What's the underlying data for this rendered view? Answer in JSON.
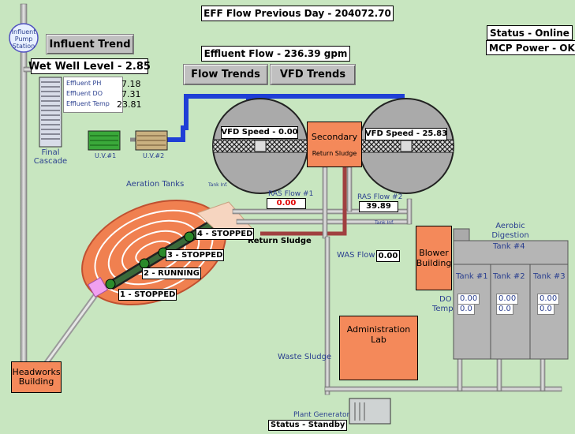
{
  "header": {
    "eff_flow_previous_day": "EFF Flow Previous Day - 204072.70",
    "status": "Status - Online",
    "mcp_power": "MCP Power - OK"
  },
  "influent": {
    "pump_station_label": "Influent Pump Station",
    "trend_button": "Influent Trend",
    "wet_well_level": "Wet Well Level - 2.85"
  },
  "effluent": {
    "flow": "Effluent Flow - 236.39 gpm",
    "flow_trends_button": "Flow Trends",
    "vfd_trends_button": "VFD Trends",
    "readings": [
      {
        "label": "Effluent PH",
        "value": "7.18"
      },
      {
        "label": "Effluent DO",
        "value": "7.31"
      },
      {
        "label": "Effluent Temp",
        "value": "23.81"
      }
    ],
    "final_cascade_label": "Final Cascade"
  },
  "uv": {
    "uv1_label": "U.V.#1",
    "uv2_label": "U.V.#2"
  },
  "clarifiers": {
    "vfd_speed_1": "VFD Speed - 0.00",
    "vfd_speed_2": "VFD Speed - 25.83",
    "secondary_label": "Secondary",
    "return_sludge_pump_label": "Return Sludge"
  },
  "ras": {
    "flow1_label": "RAS Flow #1",
    "flow1_value": "0.00",
    "flow2_label": "RAS Flow #2",
    "flow2_value": "39.89",
    "tank_inf_top": "Tank Inf.",
    "tank_inf_bottom": "Tank Inf.",
    "return_sludge_label": "Return Sludge"
  },
  "aeration": {
    "title": "Aeration Tanks",
    "aerators": [
      {
        "label": "1 - STOPPED"
      },
      {
        "label": "2 - RUNNING"
      },
      {
        "label": "3 - STOPPED"
      },
      {
        "label": "4 - STOPPED"
      }
    ]
  },
  "was": {
    "label": "WAS Flow",
    "value": "0.00"
  },
  "blower_building": "Blower Building",
  "digestion": {
    "title": "Aerobic Digestion",
    "tank4_label": "Tank #4",
    "do_label": "DO",
    "temp_label": "Temp",
    "tanks": [
      {
        "name": "Tank #1",
        "do": "0.00",
        "temp": "0.0"
      },
      {
        "name": "Tank #2",
        "do": "0.00",
        "temp": "0.0"
      },
      {
        "name": "Tank #3",
        "do": "0.00",
        "temp": "0.0"
      }
    ]
  },
  "admin_lab": "Administration Lab",
  "waste_sludge_label": "Waste Sludge",
  "headworks": "Headworks Building",
  "generator": {
    "label": "Plant Generator",
    "status": "Status - Standby"
  },
  "colors": {
    "background": "#c8e6c0",
    "building": "#f4895a",
    "pipe_blue": "#1f3fd6",
    "pipe_gray": "#b8b8b8",
    "pipe_red": "#a04040",
    "value_red": "#e00000"
  }
}
